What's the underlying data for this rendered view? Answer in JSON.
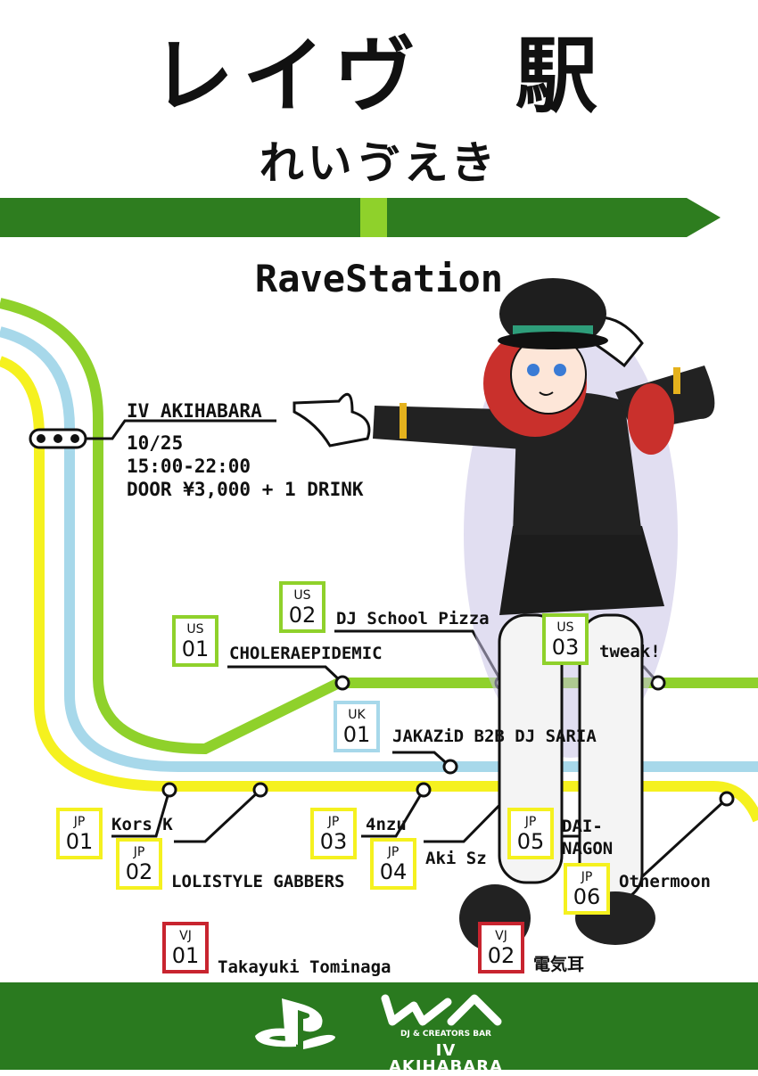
{
  "station": {
    "name": "レイヴ　駅",
    "reading": "れいゔえき"
  },
  "event": {
    "title": "RaveStation",
    "venue": "IV AKIHABARA",
    "date": "10/25",
    "time": "15:00-22:00",
    "door": "DOOR ¥3,000 + 1 DRINK"
  },
  "lines": {
    "us_color": "#8fd12b",
    "uk_color": "#a7d8ea",
    "jp_color": "#f5f11f",
    "vj_color": "#c8242f",
    "banner_color": "#2e7d1f",
    "banner_accent": "#8fd12b"
  },
  "lineup": [
    {
      "code": "US",
      "num": "01",
      "name": "CHOLERAEPIDEMIC"
    },
    {
      "code": "US",
      "num": "02",
      "name": "DJ School Pizza"
    },
    {
      "code": "US",
      "num": "03",
      "name": "tweak!"
    },
    {
      "code": "UK",
      "num": "01",
      "name": "JAKAZiD B2B DJ SARIA"
    },
    {
      "code": "JP",
      "num": "01",
      "name": "Kors K"
    },
    {
      "code": "JP",
      "num": "02",
      "name": "LOLISTYLE GABBERS"
    },
    {
      "code": "JP",
      "num": "03",
      "name": "4nzu"
    },
    {
      "code": "JP",
      "num": "04",
      "name": "Aki Sz"
    },
    {
      "code": "JP",
      "num": "05",
      "name": "DAI-\nNAGON"
    },
    {
      "code": "JP",
      "num": "06",
      "name": "Othermoon"
    },
    {
      "code": "VJ",
      "num": "01",
      "name": "Takayuki Tominaga"
    },
    {
      "code": "VJ",
      "num": "02",
      "name": "電気耳"
    }
  ],
  "footer": {
    "sponsor_logo": "playstation-logo",
    "bar_logo": "iv-logo",
    "bar_subtitle": "DJ & CREATORS BAR",
    "bar_name": "IV AKIHABARA"
  }
}
